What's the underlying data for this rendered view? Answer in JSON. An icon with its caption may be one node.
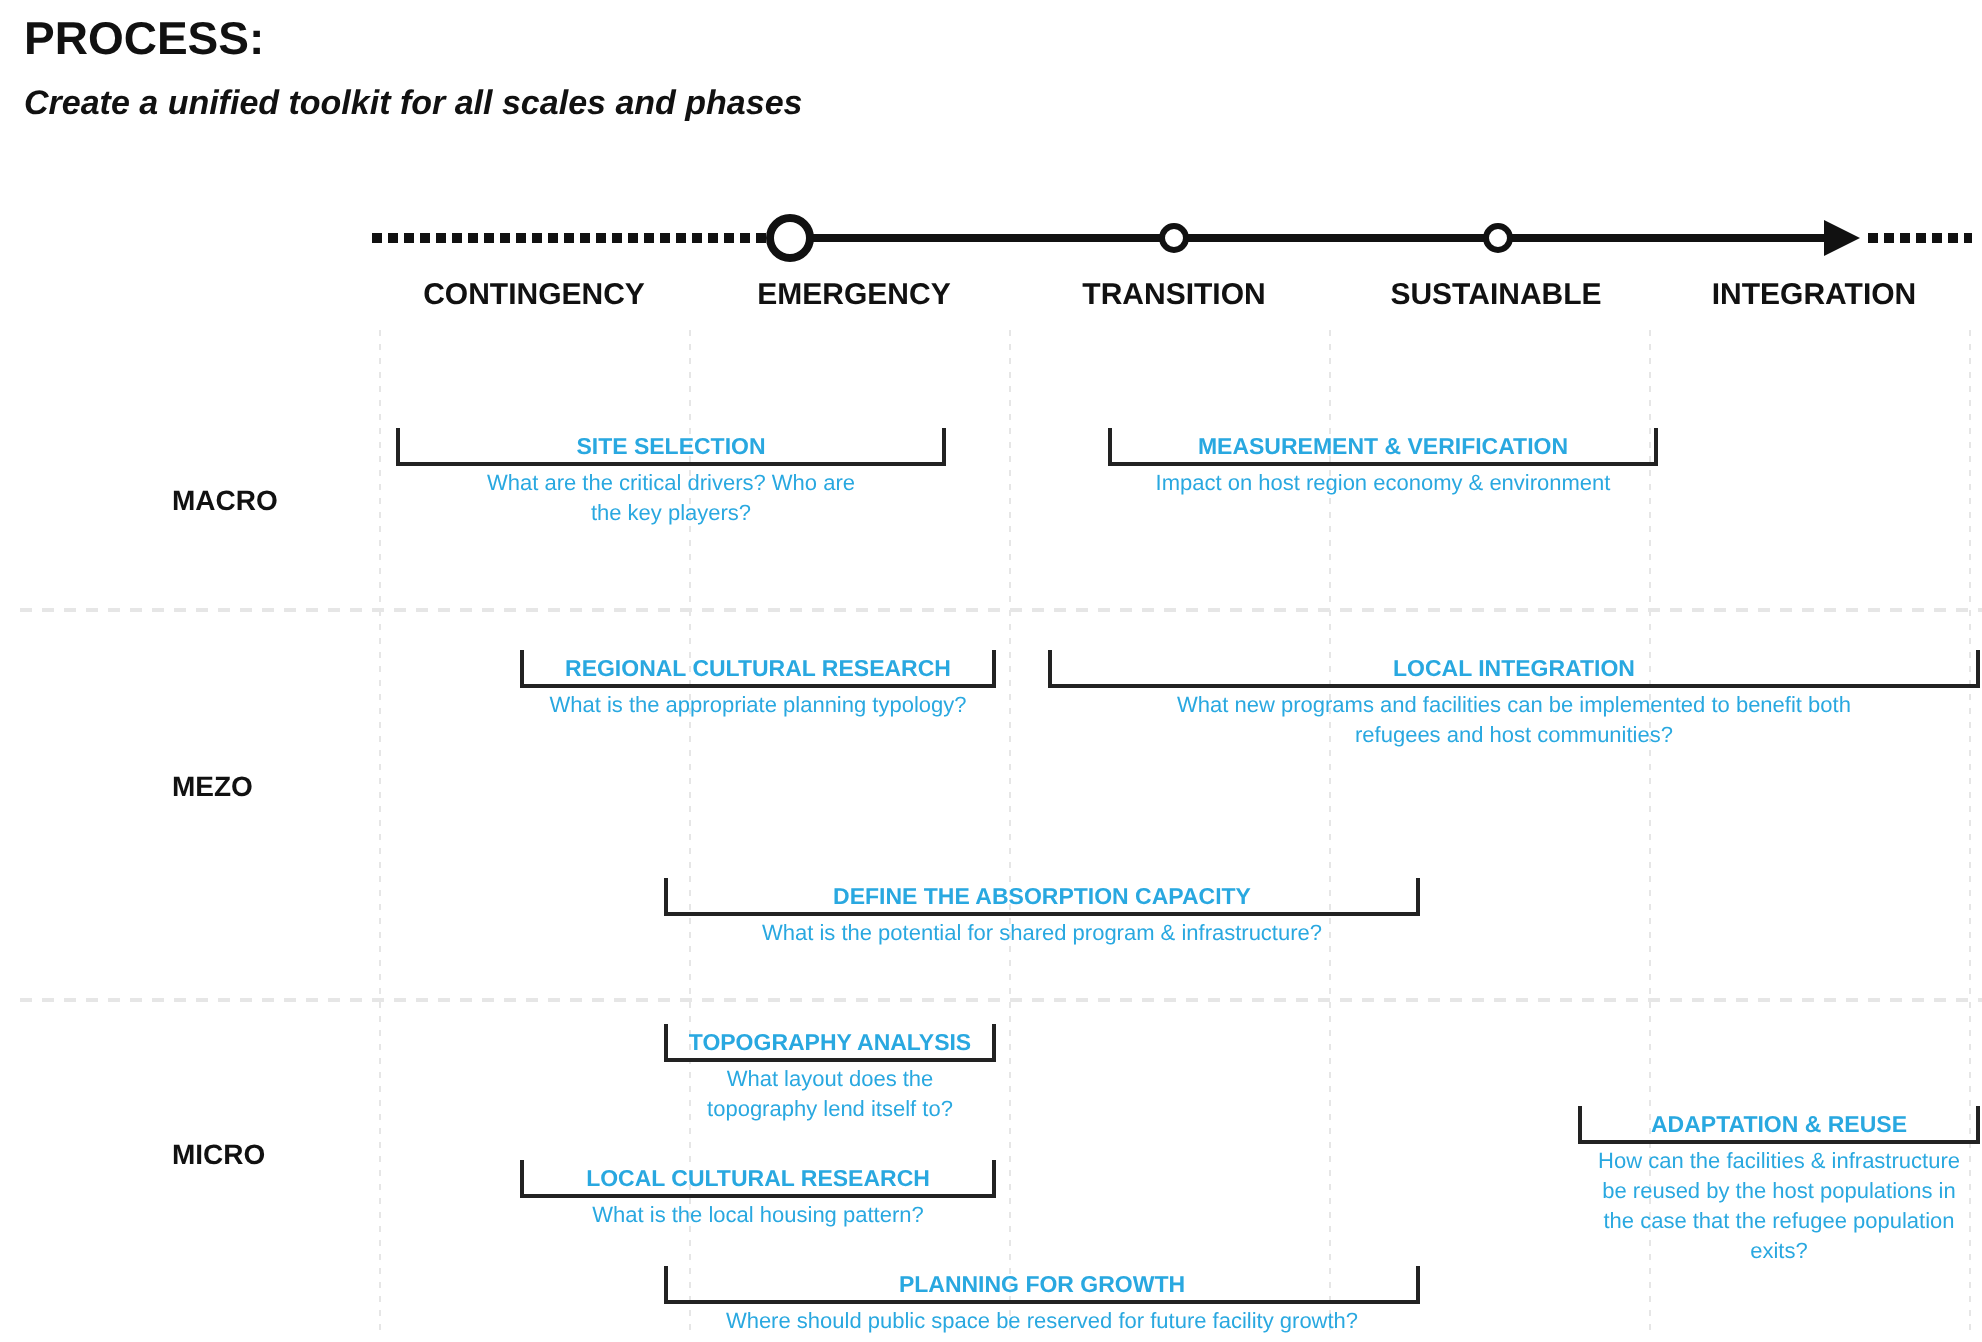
{
  "diagram": {
    "title": "PROCESS:",
    "caption": "Create a unified toolkit for all scales and phases",
    "nodes": [
      {
        "text": [
          "SITE SELECTION",
          "What are the critical drivers? Who are the key players?"
        ]
      },
      {
        "text": [
          "MEASUREMENT & VERIFICATION",
          "Impact on host region economy & environment"
        ]
      },
      {
        "text": [
          "REGIONAL CULTURAL RESEARCH",
          "What is the appropriate planning typology?"
        ]
      },
      {
        "text": [
          "LOCAL INTEGRATION",
          "What new programs and facilities can be implemented to benefit both refugees and host communities?"
        ]
      },
      {
        "text": [
          "DEFINE THE ABSORPTION CAPACITY",
          "What is the potential for shared program & infrastructure?"
        ]
      },
      {
        "text": [
          "TOPOGRAPHY ANALYSIS",
          "What layout does the topography lend itself to?"
        ]
      },
      {
        "text": [
          "ADAPTATION & REUSE",
          "How can the facilities & infrastructure be reused by the host populations in the case that the refugee population exits?"
        ]
      },
      {
        "text": [
          "LOCAL CULTURAL RESEARCH",
          "What is the local housing pattern?"
        ]
      },
      {
        "text": [
          "PLANNING FOR GROWTH",
          "Where should public space be reserved for future facility growth?"
        ]
      }
    ],
    "labels": [
      "CONTINGENCY",
      "EMERGENCY",
      "TRANSITION",
      "SUSTAINABLE",
      "INTEGRATION",
      "MACRO",
      "MEZO",
      "MICRO"
    ]
  }
}
